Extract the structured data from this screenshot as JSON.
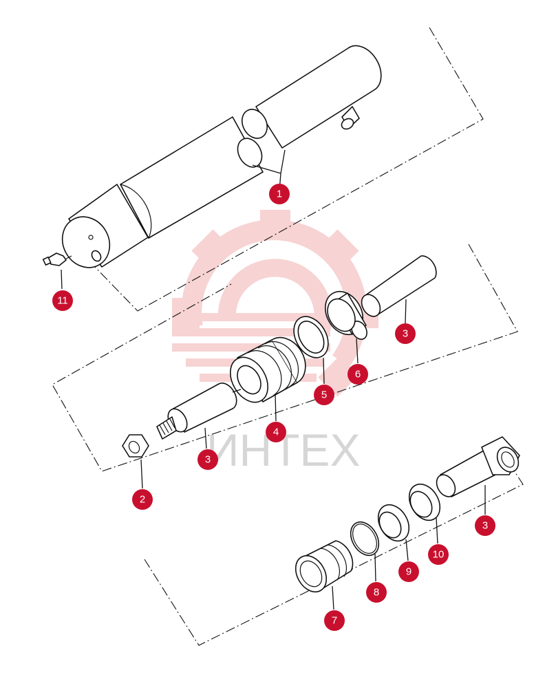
{
  "watermark": {
    "text": "ИНТЕХ",
    "gear_color": "#f2b0b0"
  },
  "callout_color": "#c8102e",
  "callouts": [
    {
      "id": "c1",
      "label": "1"
    },
    {
      "id": "c11",
      "label": "11"
    },
    {
      "id": "c3a",
      "label": "3"
    },
    {
      "id": "c6",
      "label": "6"
    },
    {
      "id": "c5",
      "label": "5"
    },
    {
      "id": "c4",
      "label": "4"
    },
    {
      "id": "c3b",
      "label": "3"
    },
    {
      "id": "c2",
      "label": "2"
    },
    {
      "id": "c3c",
      "label": "3"
    },
    {
      "id": "c10",
      "label": "10"
    },
    {
      "id": "c9",
      "label": "9"
    },
    {
      "id": "c8",
      "label": "8"
    },
    {
      "id": "c7",
      "label": "7"
    }
  ]
}
